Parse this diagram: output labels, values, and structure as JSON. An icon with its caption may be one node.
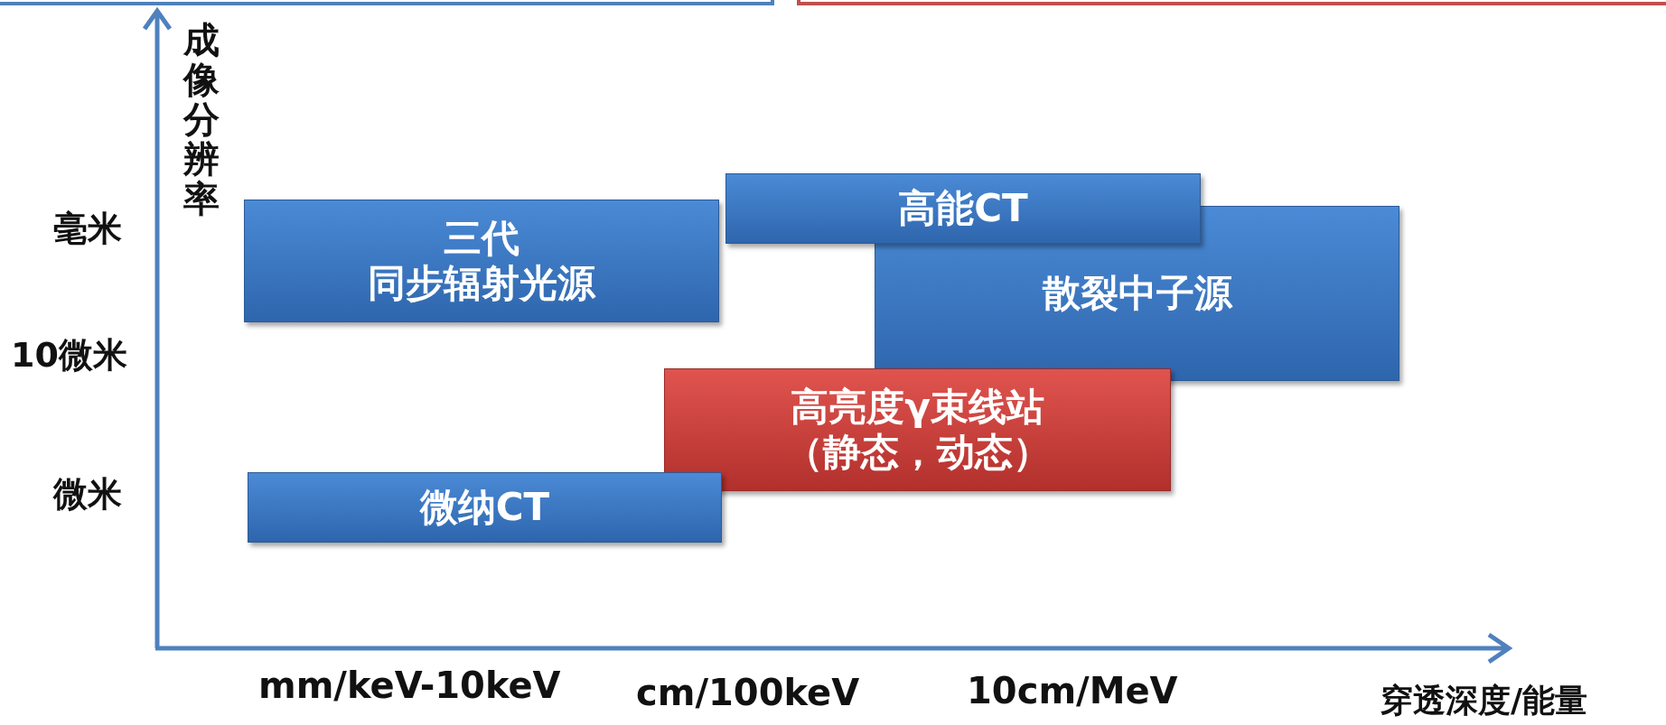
{
  "diagram": {
    "nodes": [
      {
        "text": [
          "三代",
          "同步辐射光源"
        ]
      },
      {
        "text": [
          "高能CT"
        ]
      },
      {
        "text": [
          "散裂中子源"
        ]
      },
      {
        "text": [
          "高亮度γ束线站",
          "（静态，动态）"
        ]
      },
      {
        "text": [
          "微纳CT"
        ]
      }
    ],
    "edges": [],
    "labels": [
      "成像分辨率",
      "毫米",
      "10微米",
      "微米",
      "mm/keV-10keV",
      "cm/100keV",
      "10cm/MeV",
      "穿透深度/能量"
    ]
  }
}
